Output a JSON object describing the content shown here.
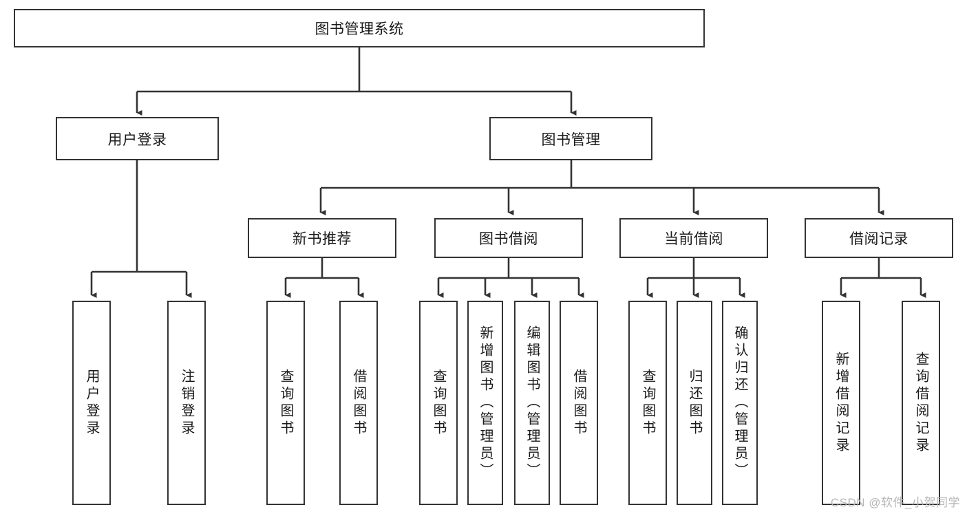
{
  "diagram": {
    "title_node": {
      "label": "图书管理系统"
    },
    "level2": [
      {
        "id": "user-login",
        "label": "用户登录"
      },
      {
        "id": "book-management",
        "label": "图书管理"
      }
    ],
    "level3": [
      {
        "id": "new-book-recommend",
        "label": "新书推荐"
      },
      {
        "id": "book-borrow",
        "label": "图书借阅"
      },
      {
        "id": "current-borrow",
        "label": "当前借阅"
      },
      {
        "id": "borrow-record",
        "label": "借阅记录"
      }
    ],
    "leaves": [
      {
        "id": "leaf-user-login",
        "label": "用户登录",
        "parent": "用户登录"
      },
      {
        "id": "leaf-logout",
        "label": "注销登录",
        "parent": "用户登录"
      },
      {
        "id": "leaf-query-book-1",
        "label": "查询图书",
        "parent": "新书推荐"
      },
      {
        "id": "leaf-borrow-book-1",
        "label": "借阅图书",
        "parent": "新书推荐"
      },
      {
        "id": "leaf-query-book-2",
        "label": "查询图书",
        "parent": "图书借阅"
      },
      {
        "id": "leaf-add-book",
        "label": "新增图书（管理员）",
        "parent": "图书借阅"
      },
      {
        "id": "leaf-edit-book",
        "label": "编辑图书（管理员）",
        "parent": "图书借阅"
      },
      {
        "id": "leaf-borrow-book-2",
        "label": "借阅图书",
        "parent": "图书借阅"
      },
      {
        "id": "leaf-query-book-3",
        "label": "查询图书",
        "parent": "当前借阅"
      },
      {
        "id": "leaf-return-book",
        "label": "归还图书",
        "parent": "当前借阅"
      },
      {
        "id": "leaf-confirm-return",
        "label": "确认归还（管理员）",
        "parent": "当前借阅"
      },
      {
        "id": "leaf-add-record",
        "label": "新增借阅记录",
        "parent": "借阅记录"
      },
      {
        "id": "leaf-query-record",
        "label": "查询借阅记录",
        "parent": "借阅记录"
      }
    ],
    "watermark": "CSDN @软件_小贺同学",
    "colors": {
      "border": "#333333",
      "background": "#ffffff",
      "text": "#1a1a1a",
      "watermark": "#b6b6b6"
    }
  }
}
